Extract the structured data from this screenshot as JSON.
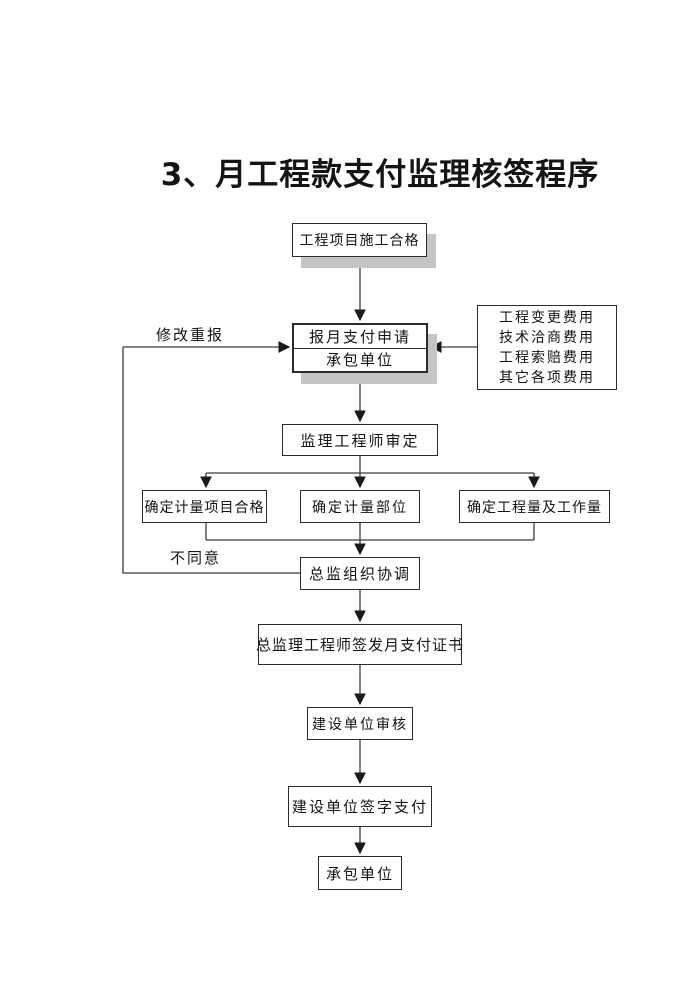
{
  "title": "3、月工程款支付监理核签程序",
  "colors": {
    "background": "#ffffff",
    "line": "#3a3a3a",
    "box_border": "#2b2b2b",
    "box_shadow": "#c5c5c5",
    "text": "#141414"
  },
  "edge_labels": {
    "revise": "修改重报",
    "disagree": "不同意"
  },
  "nodes": {
    "qualified": {
      "label": "工程项目施工合格"
    },
    "apply": {
      "label_top": "报月支付申请",
      "label_bottom": "承包单位"
    },
    "fees": {
      "lines": [
        "工程变更费用",
        "技术洽商费用",
        "工程索赔费用",
        "其它各项费用"
      ]
    },
    "review": {
      "label": "监理工程师审定"
    },
    "branch1": {
      "label": "确定计量项目合格"
    },
    "branch2": {
      "label": "确定计量部位"
    },
    "branch3": {
      "label": "确定工程量及工作量"
    },
    "coordinate": {
      "label": "总监组织协调"
    },
    "certificate": {
      "label": "总监理工程师签发月支付证书"
    },
    "owner_review": {
      "label": "建设单位审核"
    },
    "owner_sign_pay": {
      "label": "建设单位签字支付"
    },
    "contractor": {
      "label": "承包单位"
    }
  }
}
